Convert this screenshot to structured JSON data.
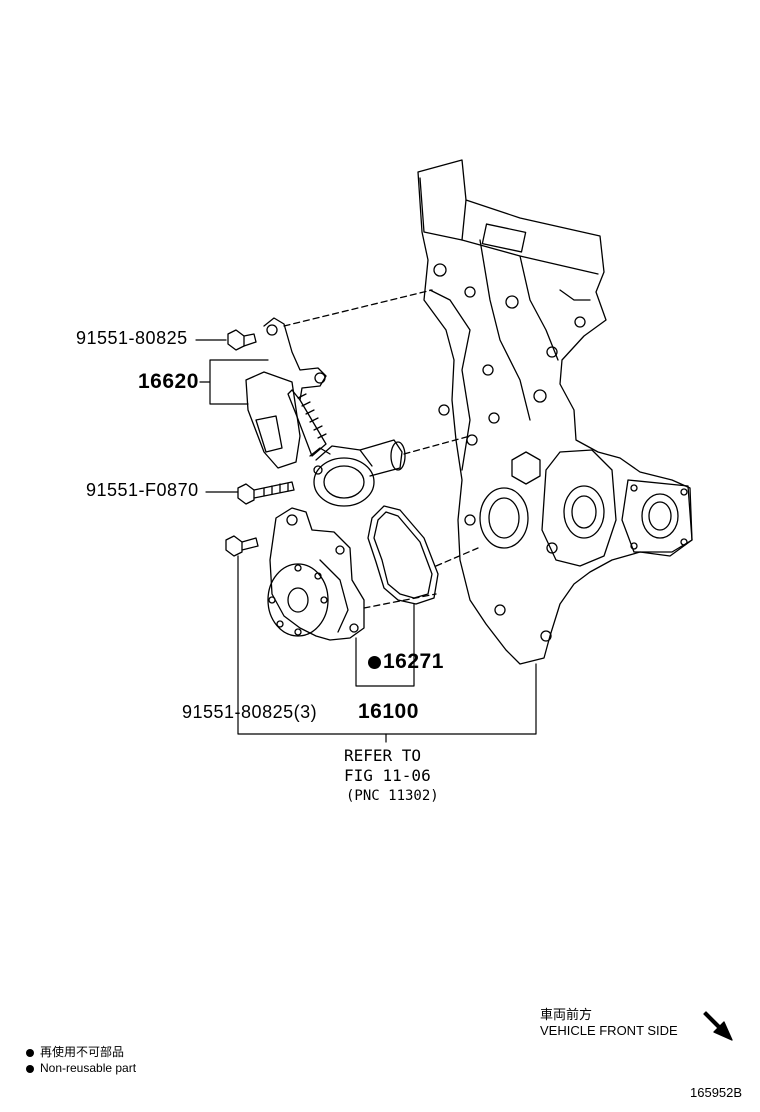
{
  "callouts": {
    "bolt_top": "91551-80825",
    "tensioner": "16620",
    "bolt_long": "91551-F0870",
    "gasket": "16271",
    "pump_bolts": "91551-80825(3)",
    "water_pump": "16100"
  },
  "reference": {
    "line1": "REFER TO",
    "line2": "FIG 11-06",
    "line3": "(PNC 11302)"
  },
  "legend": {
    "jp": "再使用不可部品",
    "en": "Non-reusable part"
  },
  "orientation": {
    "jp": "車両前方",
    "en": "VEHICLE FRONT SIDE"
  },
  "illustration_id": "165952B"
}
